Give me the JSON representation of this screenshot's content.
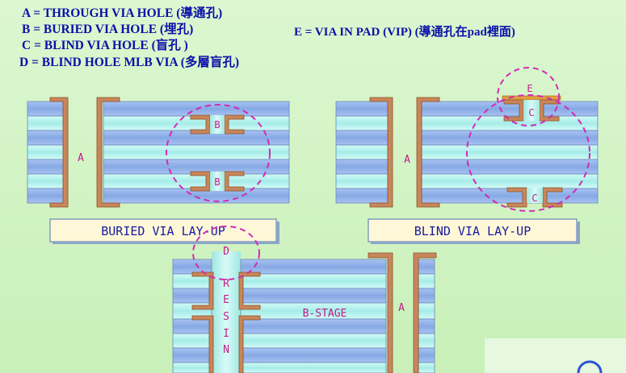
{
  "legend": {
    "a": "A = THROUGH VIA HOLE (導通孔)",
    "b": "B = BURIED VIA HOLE (埋孔)",
    "c": "C = BLIND VIA HOLE (盲孔 )",
    "d": "D = BLIND HOLE MLB VIA (多層盲孔)",
    "e": "E = VIA IN PAD (VIP) (導通孔在pad裡面)"
  },
  "diagram_labels": {
    "through_a": "A",
    "buried_b": "B",
    "blind_c": "C",
    "vip_e": "E",
    "mlb_d": "D",
    "resin": [
      "R",
      "E",
      "S",
      "I",
      "N"
    ],
    "bstage": "B-STAGE"
  },
  "captions": {
    "buried": "BURIED VIA LAY-UP",
    "blind": "BLIND VIA LAY-UP"
  },
  "colors": {
    "legend_text": "#0a10a8",
    "layer_dark": "#8fb0e8",
    "layer_light": "#b8f2ee",
    "copper": "#c8865a",
    "label": "#c21c8a",
    "dashed_circle": "#d22ab8",
    "caption_box": "#fff8d8"
  }
}
